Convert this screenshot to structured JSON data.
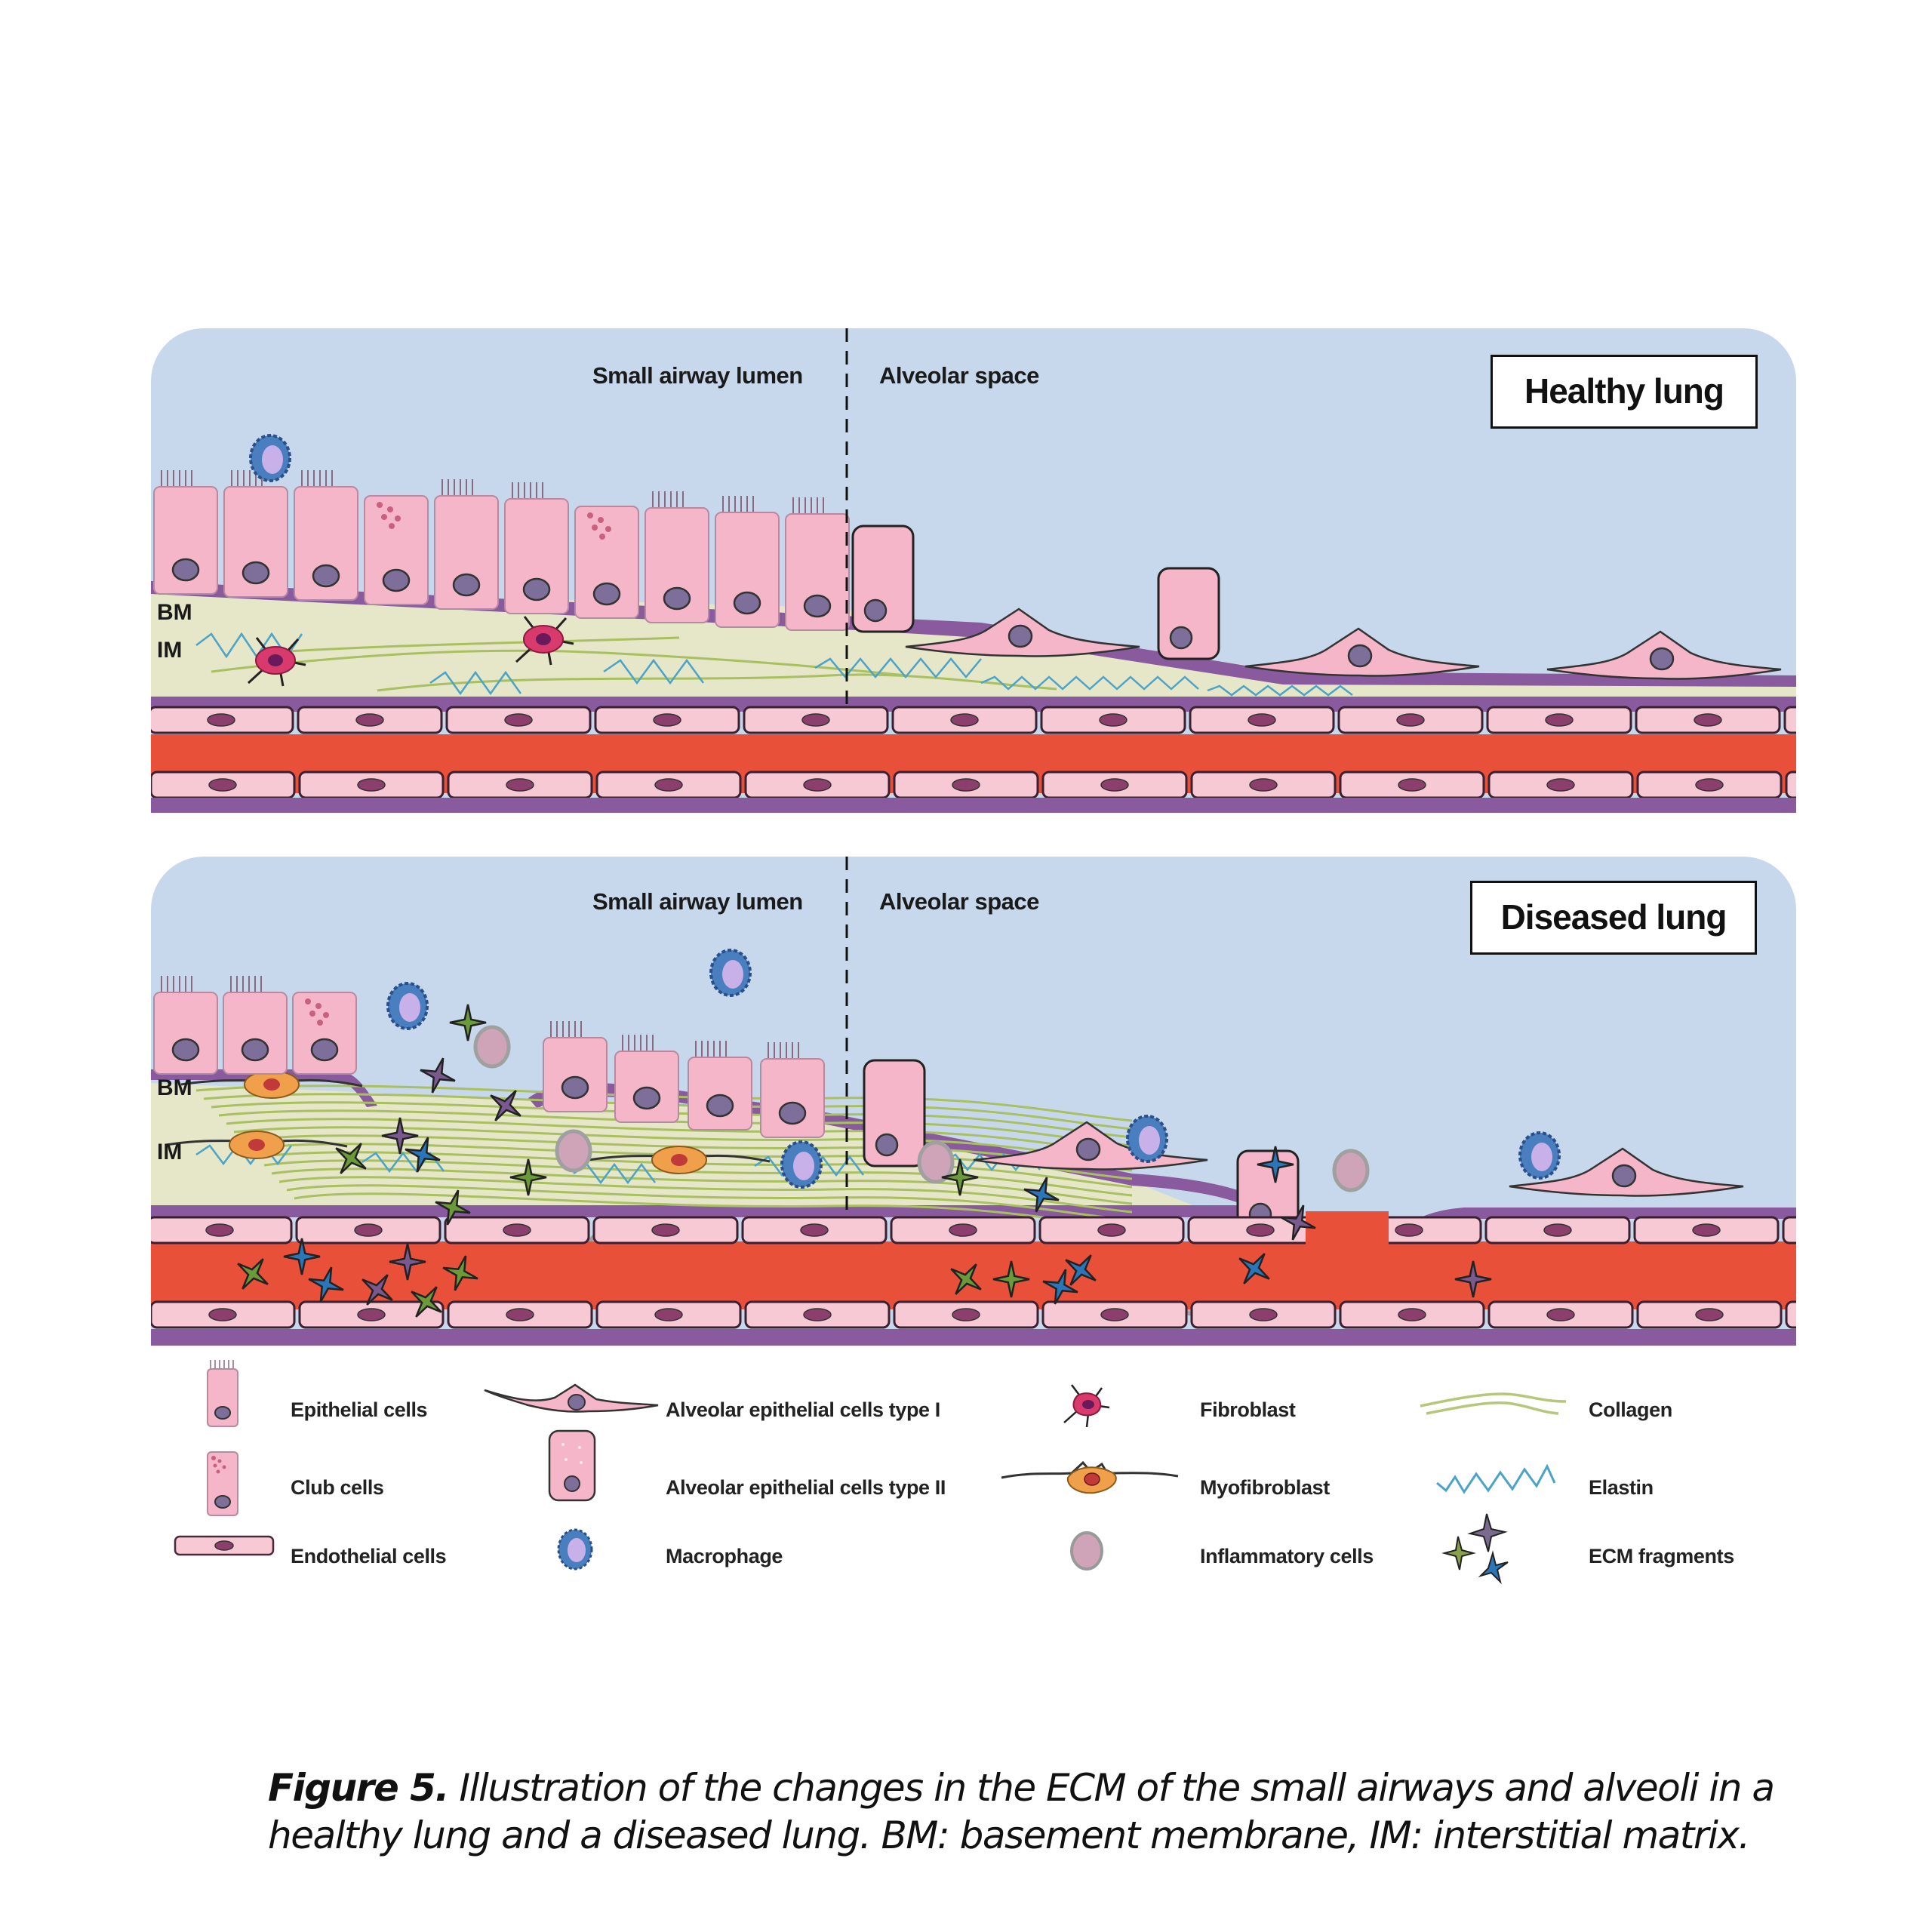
{
  "figure": {
    "panels": [
      {
        "id": "healthy",
        "title": "Healthy lung",
        "region_left": "Small airway lumen",
        "region_right": "Alveolar space",
        "layer_labels": [
          "BM",
          "IM"
        ]
      },
      {
        "id": "diseased",
        "title": "Diseased lung",
        "region_left": "Small airway lumen",
        "region_right": "Alveolar space",
        "layer_labels": [
          "BM",
          "IM"
        ]
      }
    ],
    "legend": [
      {
        "icon": "epithelial-cell-icon",
        "label": "Epithelial cells"
      },
      {
        "icon": "club-cell-icon",
        "label": "Club cells"
      },
      {
        "icon": "endothelial-cell-icon",
        "label": "Endothelial cells"
      },
      {
        "icon": "alveolar-type-1-icon",
        "label": "Alveolar epithelial cells type I"
      },
      {
        "icon": "alveolar-type-2-icon",
        "label": "Alveolar epithelial cells type II"
      },
      {
        "icon": "macrophage-icon",
        "label": "Macrophage"
      },
      {
        "icon": "fibroblast-icon",
        "label": "Fibroblast"
      },
      {
        "icon": "myofibroblast-icon",
        "label": "Myofibroblast"
      },
      {
        "icon": "inflammatory-cell-icon",
        "label": "Inflammatory cells"
      },
      {
        "icon": "collagen-icon",
        "label": "Collagen"
      },
      {
        "icon": "elastin-icon",
        "label": "Elastin"
      },
      {
        "icon": "ecm-fragments-icon",
        "label": "ECM fragments"
      }
    ],
    "caption": {
      "label": "Figure 5.",
      "text": " Illustration of the changes in the ECM of the small airways and alveoli in a healthy lung and a diseased lung. BM: basement membrane, IM: interstitial matrix."
    },
    "colors": {
      "lumen": "#c7d8ec",
      "epithelium": "#f4b6c8",
      "nucleus": "#7d6f9a",
      "basement_membrane": "#8a5a9e",
      "interstitium": "#e6e6c8",
      "blood": "#e8503a",
      "endothelium": "#f7c9d4",
      "endo_nucleus": "#8c3f6c",
      "collagen": "#a8c060",
      "elastin": "#4aa3c8",
      "fibroblast": "#d83a6e",
      "myofibroblast": "#f0a04a",
      "macrophage": "#4a7fbf",
      "inflammatory": "#cfa4b8",
      "frag_green": "#6a9a3a",
      "frag_blue": "#2a76b8",
      "frag_purple": "#7a5a8e"
    }
  }
}
